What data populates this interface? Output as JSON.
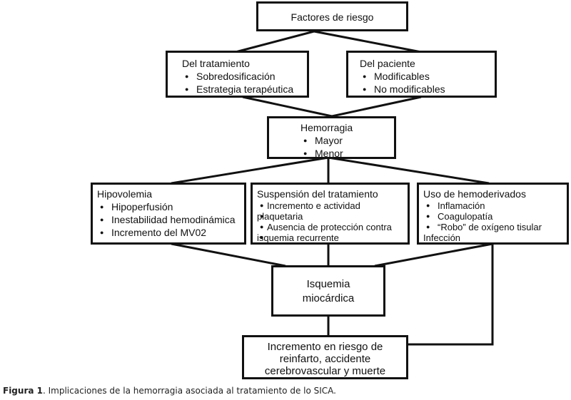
{
  "boxes": {
    "factores": {
      "title": "Factores de riesgo"
    },
    "tratamiento": {
      "title": "Del tratamiento",
      "items": [
        "Sobredosificación",
        "Estrategia terapéutica"
      ]
    },
    "paciente": {
      "title": "Del paciente",
      "items": [
        "Modificables",
        "No modificables"
      ]
    },
    "hemorragia": {
      "title": "Hemorragia",
      "items": [
        "Mayor",
        "Menor"
      ]
    },
    "hipovolemia": {
      "title": "Hipovolemia",
      "items": [
        "Hipoperfusión",
        "Inestabilidad hemodinámica",
        "Incremento del MV02"
      ]
    },
    "suspension": {
      "title": "Suspensión del tratamiento",
      "items": [
        "Incremento e actividad",
        "plaquetaria",
        "Ausencia de protección contra",
        "isquemia recurrente"
      ]
    },
    "hemoderivados": {
      "title": "Uso de hemoderivados",
      "items": [
        "Inflamación",
        "Coagulopatía",
        "“Robo” de oxígeno tisular"
      ],
      "extra": "Infección"
    },
    "isquemia": {
      "line1": "Isquemia",
      "line2": "miocárdica"
    },
    "incremento": {
      "line1": "Incremento en riesgo de",
      "line2": "reinfarto, accidente",
      "line3": "cerebrovascular y muerte"
    }
  },
  "caption": {
    "label": "Figura 1",
    "text": ". Implicaciones de la hemorragia asociada al tratamiento de lo SICA."
  }
}
